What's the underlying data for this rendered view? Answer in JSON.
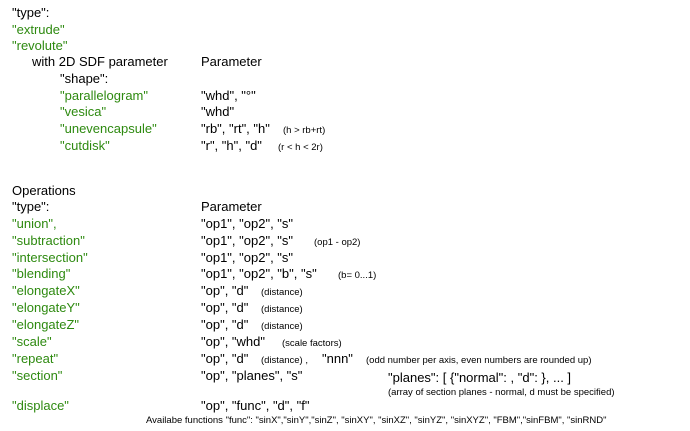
{
  "top": {
    "type_key": "\"type\":",
    "extrude": "\"extrude\"",
    "revolute": "\"revolute\"",
    "with_label": "with  2D SDF parameter",
    "param_header": "Parameter",
    "shape_key": "\"shape\":",
    "shapes": [
      {
        "name": "\"parallelogram\"",
        "param": "\"whd\", \"°\"",
        "note": ""
      },
      {
        "name": "\"vesica\"",
        "param": "\"whd\"",
        "note": ""
      },
      {
        "name": "\"unevencapsule\"",
        "param": "\"rb\", \"rt\", \"h\"",
        "note": "(h > rb+rt)"
      },
      {
        "name": "\"cutdisk\"",
        "param": "\"r\", \"h\", \"d\"",
        "note": "(r < h < 2r)"
      }
    ]
  },
  "ops": {
    "title": "Operations",
    "type_key": "\"type\":",
    "param_header": "Parameter",
    "rows": [
      {
        "name": "\"union\",",
        "param": "\"op1\", \"op2\", \"s\"",
        "note": ""
      },
      {
        "name": "\"subtraction\"",
        "param": "\"op1\", \"op2\", \"s\"",
        "note": "(op1 - op2)"
      },
      {
        "name": "\"intersection\"",
        "param": "\"op1\", \"op2\", \"s\"",
        "note": ""
      },
      {
        "name": "\"blending\"",
        "param": "\"op1\", \"op2\", \"b\", \"s\"",
        "note": "(b= 0...1)"
      },
      {
        "name": "\"elongateX\"",
        "param": "\"op\", \"d\"",
        "note": "(distance)"
      },
      {
        "name": "\"elongateY\"",
        "param": "\"op\", \"d\"",
        "note": "(distance)"
      },
      {
        "name": "\"elongateZ\"",
        "param": "\"op\", \"d\"",
        "note": "(distance)"
      },
      {
        "name": "\"scale\"",
        "param": "\"op\", \"whd\"",
        "note": "(scale factors)"
      },
      {
        "name": "\"repeat\"",
        "param": "\"op\", \"d\"",
        "note": "(distance) ,"
      }
    ],
    "repeat_extra": "\"nnn\"",
    "repeat_extra_note": "(odd number per axis,  even numbers are rounded up)",
    "section": {
      "name": "\"section\"",
      "param": "\"op\", \"planes\", \"s\"",
      "planes_def": "\"planes\": [ {\"normal\":    , \"d\": }, ... ]",
      "planes_note": "(array of section planes - normal, d must be specified)"
    },
    "displace": {
      "name": "\"displace\"",
      "param": "\"op\", \"func\", \"d\", \"f\"",
      "functions": "Availabe functions \"func\": \"sinX\",\"sinY\",\"sinZ\", \"sinXY\", \"sinXZ\", \"sinYZ\", \"sinXYZ\", \"FBM\",\"sinFBM\",  \"sinRND\""
    }
  }
}
